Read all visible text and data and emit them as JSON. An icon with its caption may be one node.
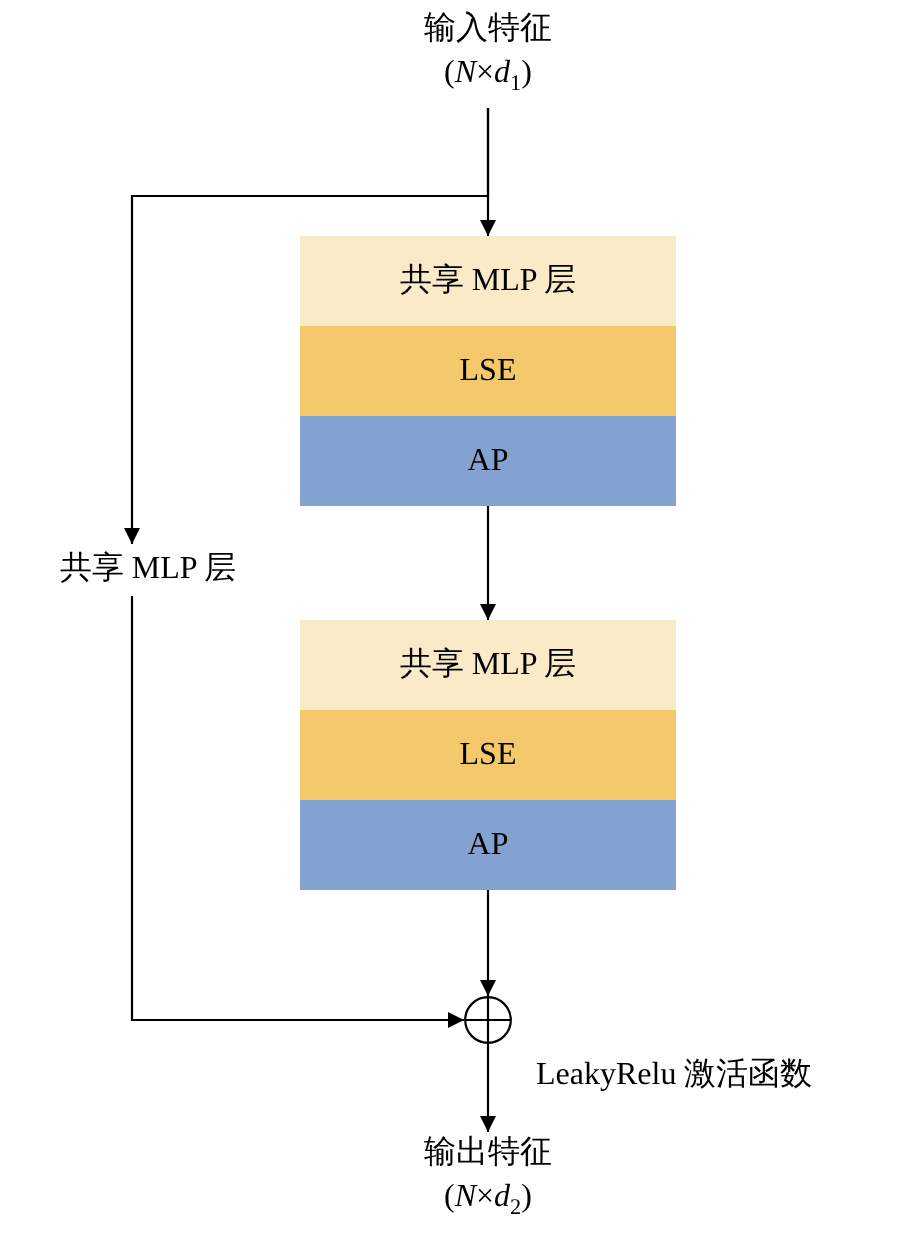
{
  "diagram": {
    "nodes": [
      {
        "text": [
          "输入特征",
          "(*N*×*d*$_{1}$)"
        ]
      },
      {
        "text": [
          "共享 MLP 层"
        ]
      },
      {
        "text": [
          "LSE"
        ]
      },
      {
        "text": [
          "AP"
        ]
      },
      {
        "text": [
          "共享 MLP 层"
        ]
      },
      {
        "text": [
          "共享 MLP 层"
        ]
      },
      {
        "text": [
          "LSE"
        ]
      },
      {
        "text": [
          "AP"
        ]
      },
      {
        "text": [],
        "shape": "circle",
        "beside": [
          "LeakyRelu 激活函数"
        ]
      },
      {
        "text": [
          "输出特征",
          "(*N*×*d*$_{2}$)"
        ]
      }
    ],
    "edges": [
      {
        "from": 0,
        "to": 1,
        "arrow": "to"
      },
      {
        "from": 0,
        "to": 4,
        "arrow": "to"
      },
      {
        "from": 3,
        "to": 5,
        "arrow": "to"
      },
      {
        "from": 7,
        "to": 8,
        "arrow": "to"
      },
      {
        "from": 4,
        "to": 8,
        "arrow": "to"
      },
      {
        "from": 8,
        "to": 9,
        "arrow": "to"
      }
    ]
  }
}
